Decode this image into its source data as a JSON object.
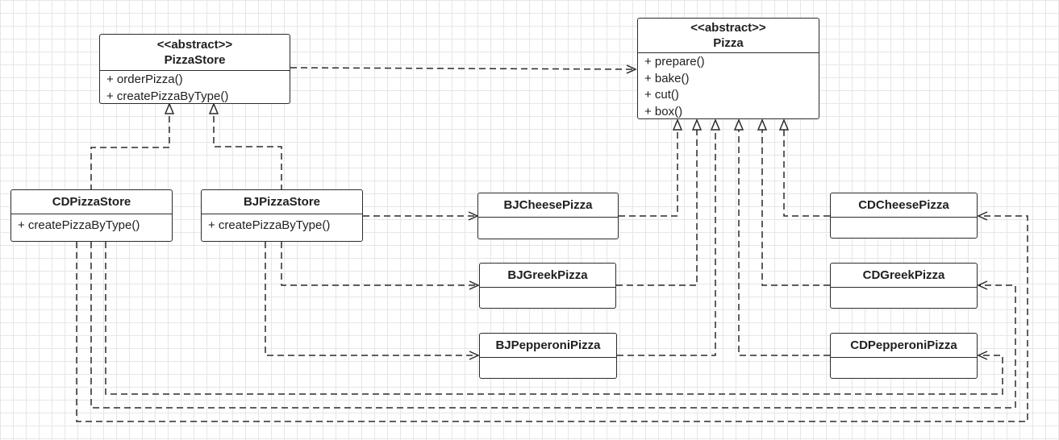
{
  "classes": {
    "pizza_store": {
      "stereotype": "<<abstract>>",
      "name": "PizzaStore",
      "operations": [
        "+ orderPizza()",
        "+ createPizzaByType()"
      ]
    },
    "pizza": {
      "stereotype": "<<abstract>>",
      "name": "Pizza",
      "operations": [
        "+ prepare()",
        "+ bake()",
        "+ cut()",
        "+ box()"
      ]
    },
    "cd_pizza_store": {
      "name": "CDPizzaStore",
      "operations": [
        "+ createPizzaByType()"
      ]
    },
    "bj_pizza_store": {
      "name": "BJPizzaStore",
      "operations": [
        "+ createPizzaByType()"
      ]
    },
    "bj_cheese_pizza": {
      "name": "BJCheesePizza"
    },
    "bj_greek_pizza": {
      "name": "BJGreekPizza"
    },
    "bj_pepperoni_pizza": {
      "name": "BJPepperoniPizza"
    },
    "cd_cheese_pizza": {
      "name": "CDCheesePizza"
    },
    "cd_greek_pizza": {
      "name": "CDGreekPizza"
    },
    "cd_pepperoni_pizza": {
      "name": "CDPepperoniPizza"
    }
  },
  "relationships": [
    {
      "type": "dependency",
      "from": "PizzaStore",
      "to": "Pizza"
    },
    {
      "type": "realization",
      "from": "CDPizzaStore",
      "to": "PizzaStore"
    },
    {
      "type": "realization",
      "from": "BJPizzaStore",
      "to": "PizzaStore"
    },
    {
      "type": "dependency",
      "from": "BJPizzaStore",
      "to": "BJCheesePizza"
    },
    {
      "type": "dependency",
      "from": "BJPizzaStore",
      "to": "BJGreekPizza"
    },
    {
      "type": "dependency",
      "from": "BJPizzaStore",
      "to": "BJPepperoniPizza"
    },
    {
      "type": "dependency",
      "from": "CDPizzaStore",
      "to": "CDCheesePizza"
    },
    {
      "type": "dependency",
      "from": "CDPizzaStore",
      "to": "CDGreekPizza"
    },
    {
      "type": "dependency",
      "from": "CDPizzaStore",
      "to": "CDPepperoniPizza"
    },
    {
      "type": "realization",
      "from": "BJCheesePizza",
      "to": "Pizza"
    },
    {
      "type": "realization",
      "from": "BJGreekPizza",
      "to": "Pizza"
    },
    {
      "type": "realization",
      "from": "BJPepperoniPizza",
      "to": "Pizza"
    },
    {
      "type": "realization",
      "from": "CDCheesePizza",
      "to": "Pizza"
    },
    {
      "type": "realization",
      "from": "CDGreekPizza",
      "to": "Pizza"
    },
    {
      "type": "realization",
      "from": "CDPepperoniPizza",
      "to": "Pizza"
    }
  ],
  "colors": {
    "line": "#2b2b2b",
    "box_fill": "#ffffff",
    "grid": "#e6e6e6"
  }
}
